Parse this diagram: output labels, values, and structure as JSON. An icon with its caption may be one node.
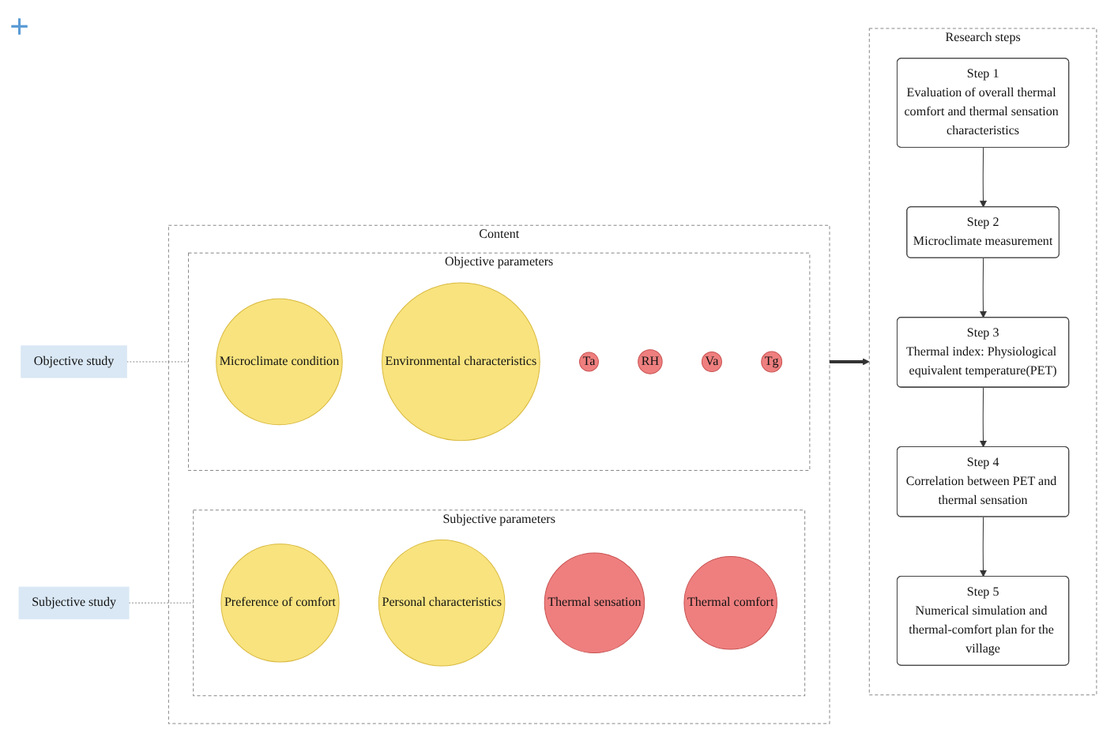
{
  "diagram": {
    "nodes": [
      {
        "text": [
          "Content"
        ]
      },
      {
        "text": [
          "Subjective study"
        ]
      },
      {
        "text": [
          "Subjective parameters"
        ],
        "in": 0
      },
      {
        "text": [
          "Preference of comfort"
        ],
        "in": 2
      },
      {
        "text": [
          "Personal characteristics"
        ],
        "in": 2
      },
      {
        "text": [
          "Thermal sensation"
        ],
        "in": 2
      },
      {
        "text": [
          "Thermal comfort"
        ],
        "in": 2
      },
      {
        "text": [
          "Objective study"
        ]
      },
      {
        "text": [
          "Objective parameters"
        ],
        "in": 0
      },
      {
        "text": [
          "Microclimate condition"
        ],
        "in": 8
      },
      {
        "text": [
          "Environmental characteristics"
        ],
        "in": 8
      },
      {
        "text": [
          "Ta"
        ],
        "in": 8
      },
      {
        "text": [
          "RH"
        ],
        "in": 8
      },
      {
        "text": [
          "Va"
        ],
        "in": 8
      },
      {
        "text": [
          "Tg"
        ],
        "in": 8
      },
      {
        "text": [
          "Research steps"
        ]
      },
      {
        "text": [
          "Step 1",
          "Evaluation of overall thermal comfort and thermal sensation characteristics"
        ],
        "in": 15
      },
      {
        "text": [
          "Step 2",
          "Microclimate measurement"
        ],
        "in": 15
      },
      {
        "text": [
          "Step 3",
          "Thermal index: Physiological equivalent temperature(PET)"
        ],
        "in": 15
      },
      {
        "text": [
          "Step 4",
          "Correlation between PET and thermal sensation"
        ],
        "in": 15
      },
      {
        "text": [
          "Step 5",
          "Numerical simulation and thermal-comfort plan for the village"
        ],
        "in": 15
      }
    ],
    "edges": [
      {
        "from": 1,
        "to": 2,
        "arrow": "none",
        "style": "dashed",
        "color": "#888888"
      },
      {
        "from": 7,
        "to": 8,
        "arrow": "none",
        "style": "dashed",
        "color": "#888888"
      },
      {
        "from": 0,
        "to": 15,
        "arrow": "to",
        "style": "thick"
      },
      {
        "from": 16,
        "to": 17,
        "arrow": "to"
      },
      {
        "from": 17,
        "to": 18,
        "arrow": "to"
      },
      {
        "from": 18,
        "to": 19,
        "arrow": "to"
      },
      {
        "from": 19,
        "to": 20,
        "arrow": "to"
      }
    ],
    "labels": [
      "+"
    ]
  }
}
